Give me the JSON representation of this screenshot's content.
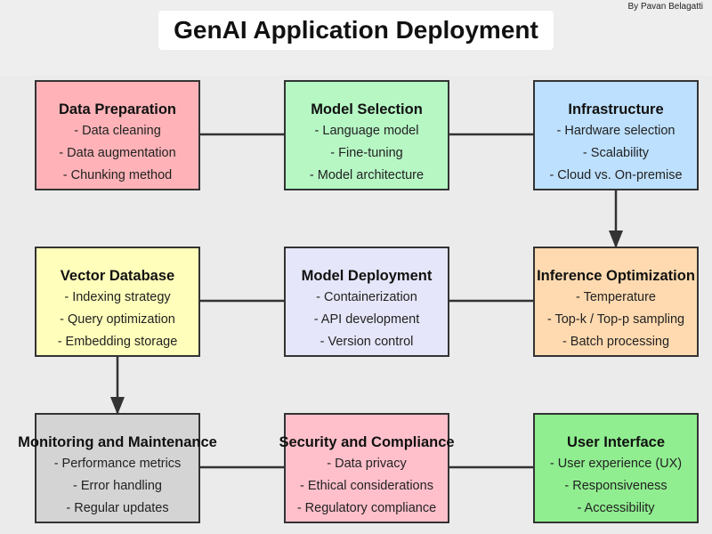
{
  "title": "GenAI Application Deployment",
  "author": "By Pavan Belagatti",
  "boxes": [
    {
      "id": "data-preparation",
      "title": "Data Preparation",
      "items": [
        "- Data cleaning",
        "- Data augmentation",
        "- Chunking method"
      ],
      "fill": "#ffb3b8"
    },
    {
      "id": "model-selection",
      "title": "Model Selection",
      "items": [
        "- Language model",
        "- Fine-tuning",
        "- Model architecture"
      ],
      "fill": "#b6f7c4"
    },
    {
      "id": "infrastructure",
      "title": "Infrastructure",
      "items": [
        "- Hardware selection",
        "- Scalability",
        "- Cloud vs. On-premise"
      ],
      "fill": "#bde0fe"
    },
    {
      "id": "vector-database",
      "title": "Vector Database",
      "items": [
        "- Indexing strategy",
        "- Query optimization",
        "- Embedding storage"
      ],
      "fill": "#ffffbb"
    },
    {
      "id": "model-deployment",
      "title": "Model Deployment",
      "items": [
        "- Containerization",
        "- API development",
        "- Version control"
      ],
      "fill": "#e6e6fa"
    },
    {
      "id": "inference-optimization",
      "title": "Inference Optimization",
      "items": [
        "- Temperature",
        "- Top-k / Top-p sampling",
        "- Batch processing"
      ],
      "fill": "#ffdab0"
    },
    {
      "id": "monitoring-and-maintenance",
      "title": "Monitoring and Maintenance",
      "items": [
        "- Performance metrics",
        "- Error handling",
        "- Regular updates"
      ],
      "fill": "#d4d4d4"
    },
    {
      "id": "security-and-compliance",
      "title": "Security and Compliance",
      "items": [
        "- Data privacy",
        "- Ethical considerations",
        "- Regulatory compliance"
      ],
      "fill": "#ffc0cb"
    },
    {
      "id": "user-interface",
      "title": "User Interface",
      "items": [
        "- User experience (UX)",
        "- Responsiveness",
        "- Accessibility"
      ],
      "fill": "#90ee90"
    }
  ],
  "edges": [
    {
      "from": "data-preparation",
      "to": "model-selection"
    },
    {
      "from": "model-selection",
      "to": "infrastructure"
    },
    {
      "from": "infrastructure",
      "to": "inference-optimization"
    },
    {
      "from": "inference-optimization",
      "to": "model-deployment"
    },
    {
      "from": "model-deployment",
      "to": "vector-database"
    },
    {
      "from": "vector-database",
      "to": "monitoring-and-maintenance"
    },
    {
      "from": "monitoring-and-maintenance",
      "to": "security-and-compliance"
    },
    {
      "from": "security-and-compliance",
      "to": "user-interface"
    }
  ],
  "colors": {
    "border": "#333333",
    "arrow": "#333333",
    "background": "#ebebeb"
  }
}
